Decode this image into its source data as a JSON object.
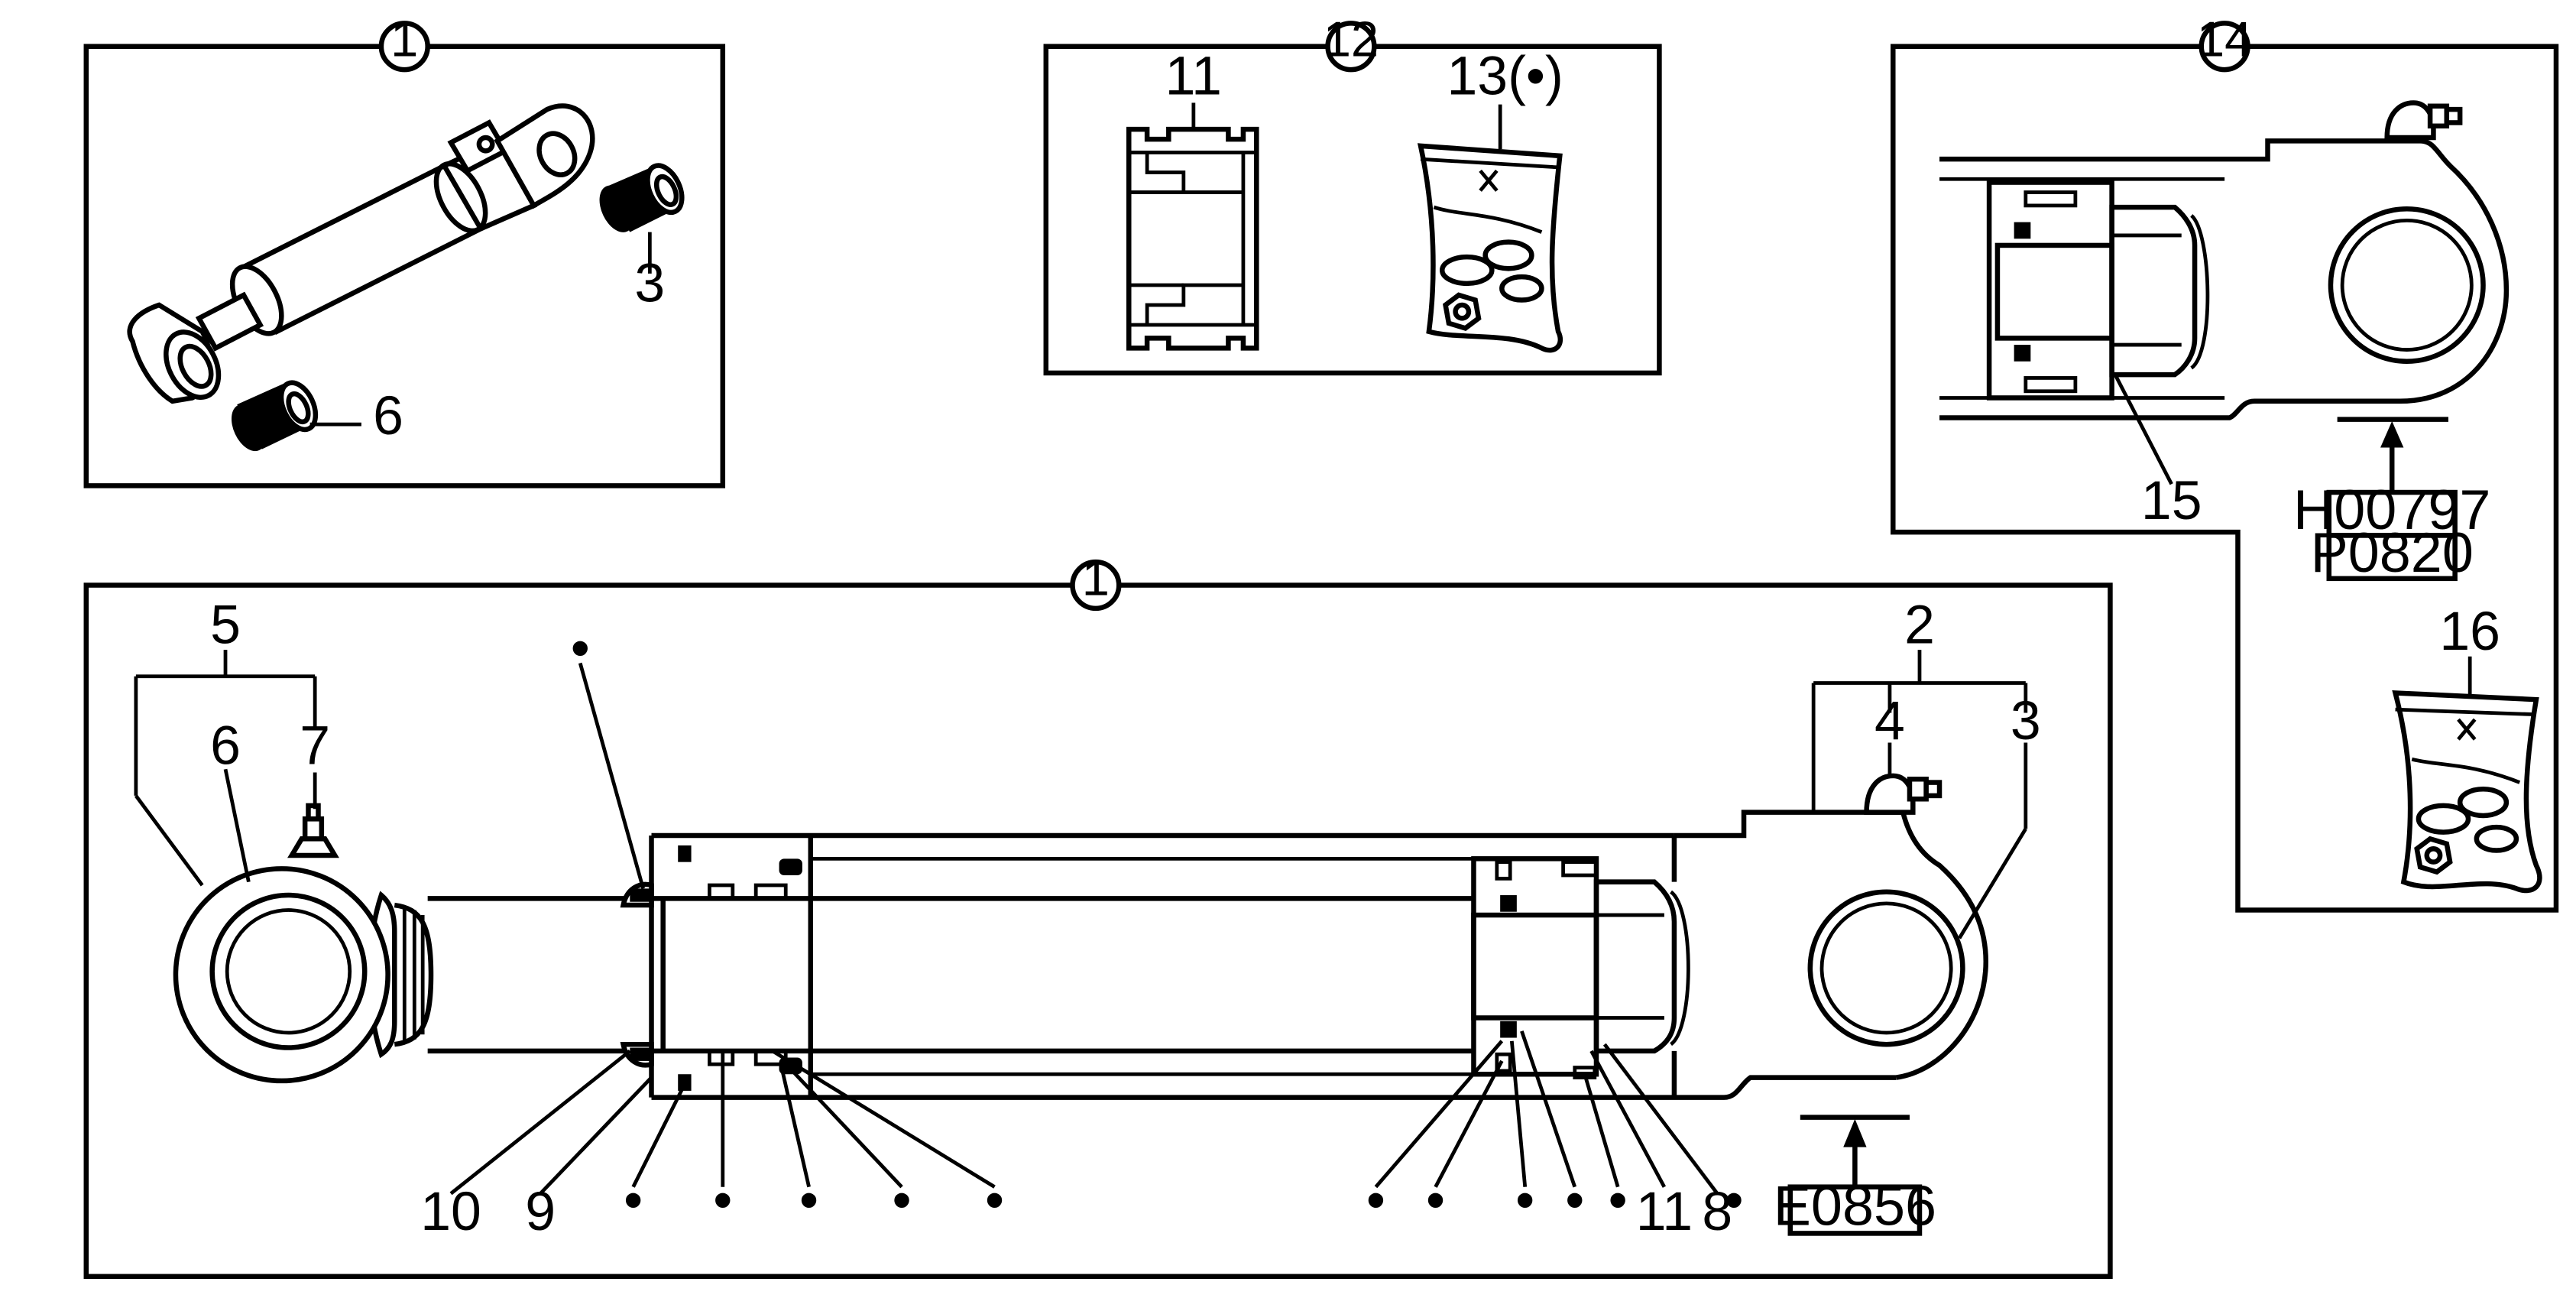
{
  "panels": {
    "top_left": {
      "number": "1",
      "labels": {
        "bushing_top": "3",
        "bushing_bottom": "6"
      }
    },
    "top_center": {
      "number": "12",
      "labels": {
        "piston": "11",
        "seal_kit": "13(•)"
      }
    },
    "top_right": {
      "number": "14",
      "labels": {
        "nut": "15",
        "seal_kit": "16"
      },
      "refs": [
        "H00797",
        "P0820"
      ]
    },
    "main": {
      "number": "1",
      "labels": {
        "rod_end_group": "5",
        "rod_eye": "6",
        "rod_grease_nipple": "7",
        "tube_group": "2",
        "tube_grease_nipple": "4",
        "tube_eye": "3",
        "wiper": "10",
        "head": "9",
        "piston_ring": "11",
        "nut": "8"
      },
      "refs": [
        "E0856"
      ]
    }
  },
  "markers": {
    "seal_dot": "•"
  }
}
